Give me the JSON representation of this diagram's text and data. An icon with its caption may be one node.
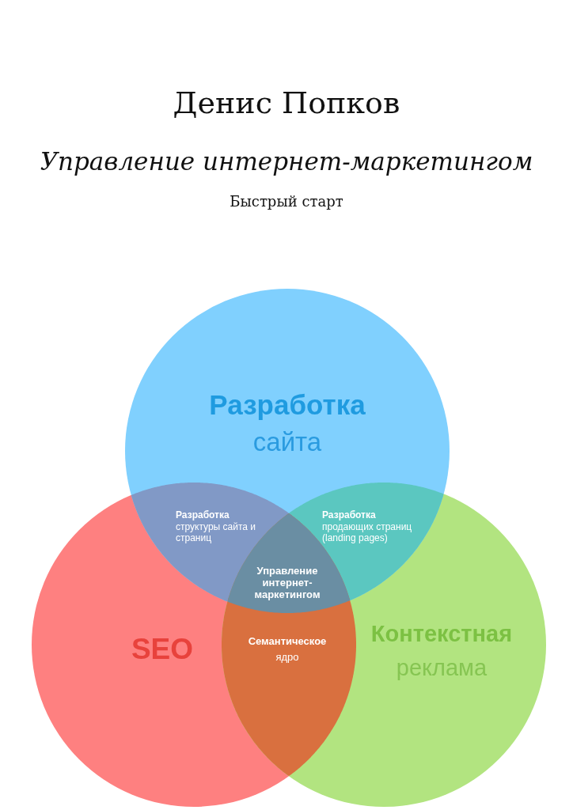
{
  "diagram": {
    "nodes": [
      {
        "text": [
          "Разработка",
          "сайта"
        ]
      },
      {
        "text": [
          "Разработка",
          "структуры сайта и страниц"
        ]
      },
      {
        "text": [
          "Разработка",
          "продающих страниц (landing pages)"
        ]
      },
      {
        "text": [
          "Управление интернет-маркетингом"
        ]
      },
      {
        "text": [
          "SEO"
        ]
      },
      {
        "text": [
          "Семантическое",
          "ядро"
        ]
      },
      {
        "text": [
          "Контекстная",
          "реклама"
        ]
      }
    ],
    "labels": [
      "Денис Попков",
      "Управление интернет-маркетингом",
      "Быстрый старт"
    ]
  }
}
